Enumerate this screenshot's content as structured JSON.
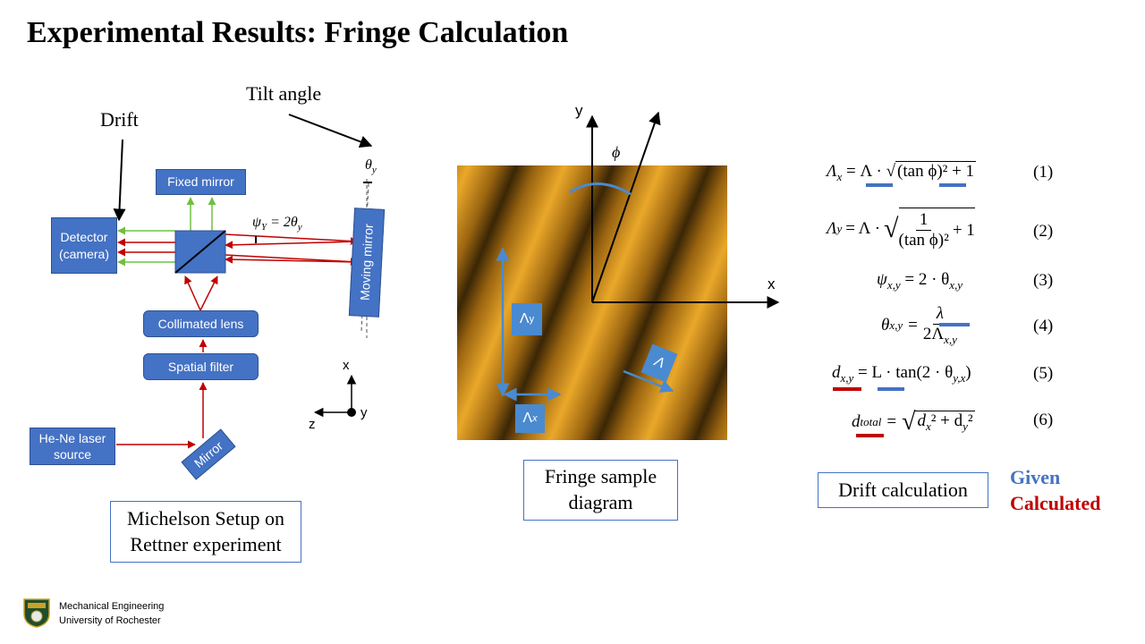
{
  "title": "Experimental Results: Fringe Calculation",
  "setup": {
    "drift_label": "Drift",
    "tilt_label": "Tilt angle",
    "theta_y": "θ",
    "theta_y_sub": "y",
    "psi_label": "ψ",
    "psi_sub": "Y",
    "psi_rhs": "= 2θ",
    "psi_rhs_sub": "y",
    "components": {
      "fixed_mirror": "Fixed mirror",
      "detector_line1": "Detector",
      "detector_line2": "(camera)",
      "moving_mirror": "Moving mirror",
      "collimated_lens": "Collimated lens",
      "spatial_filter": "Spatial filter",
      "laser_line1": "He-Ne laser",
      "laser_line2": "source",
      "mirror": "Mirror"
    },
    "axes": {
      "x": "x",
      "y": "y",
      "z": "z"
    },
    "caption_line1": "Michelson Setup on",
    "caption_line2": "Rettner experiment"
  },
  "fringe": {
    "axis_y": "y",
    "axis_x": "x",
    "phi": "ϕ",
    "lambda_y": "Λ",
    "lambda_y_sub": "y",
    "lambda_x": "Λ",
    "lambda_x_sub": "x",
    "lambda": "Λ",
    "caption_line1": "Fringe sample",
    "caption_line2": "diagram"
  },
  "equations": {
    "eq1": {
      "lhs": "Λ",
      "lhs_sub": "x",
      "rhs_a": "= Λ ·",
      "rad": "(tan ϕ)² + 1",
      "num": "(1)"
    },
    "eq2": {
      "lhs": "Λ",
      "lhs_sub": "y",
      "rhs_a": "= Λ ·",
      "frac_num": "1",
      "frac_den": "(tan ϕ)²",
      "rad_tail": "+ 1",
      "num": "(2)"
    },
    "eq3": {
      "lhs": "ψ",
      "lhs_sub": "x,y",
      "rhs": "= 2 · θ",
      "rhs_sub": "x,y",
      "num": "(3)"
    },
    "eq4": {
      "lhs": "θ",
      "lhs_sub": "x,y",
      "eq": "=",
      "frac_num": "λ",
      "frac_den": "2Λ",
      "frac_den_sub": "x,y",
      "num": "(4)"
    },
    "eq5": {
      "lhs": "d",
      "lhs_sub": "x,y",
      "rhs": "= L · tan(2 · θ",
      "rhs_sub": "y,x",
      "rhs_tail": ")",
      "num": "(5)"
    },
    "eq6": {
      "lhs": "d",
      "lhs_sub": "total",
      "eq": "=",
      "rad": "d",
      "rad_sub": "x",
      "rad_mid": "² + d",
      "rad_sub2": "y",
      "rad_tail": "²",
      "num": "(6)"
    },
    "caption": "Drift calculation"
  },
  "legend": {
    "given": "Given",
    "calculated": "Calculated"
  },
  "footer": {
    "line1": "Mechanical Engineering",
    "line2": "University of Rochester"
  },
  "colors": {
    "blue": "#4472c4",
    "red": "#c00000",
    "green": "#70c040",
    "fringe_bright": "#e0a020",
    "fringe_dark": "#3a2a08"
  }
}
